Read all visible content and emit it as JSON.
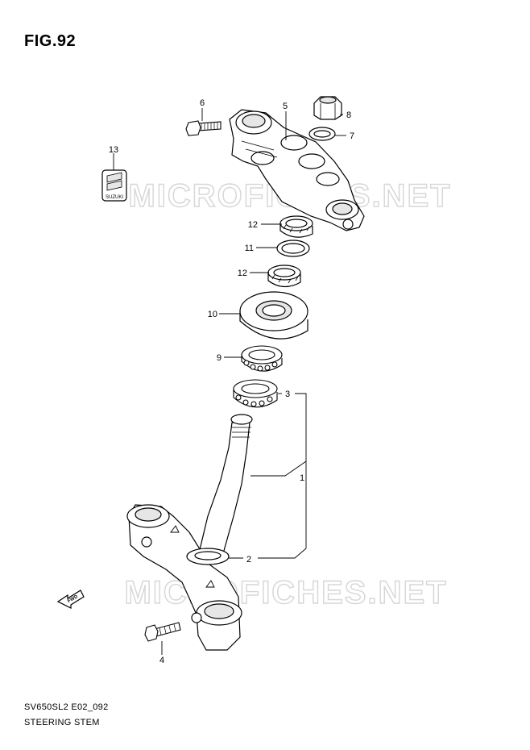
{
  "figure": {
    "title": "FIG.92",
    "code": "SV650SL2 E02_092",
    "name": "STEERING STEM"
  },
  "watermark": "MICROFICHES.NET",
  "fwd_label": "FWD",
  "logo_text": "SUZUKI",
  "callouts": [
    {
      "num": "1",
      "part": "steering-stem"
    },
    {
      "num": "2",
      "part": "dust-seal"
    },
    {
      "num": "3",
      "part": "lower-bearing"
    },
    {
      "num": "4",
      "part": "bolt"
    },
    {
      "num": "5",
      "part": "upper-bracket"
    },
    {
      "num": "6",
      "part": "bolt"
    },
    {
      "num": "7",
      "part": "washer"
    },
    {
      "num": "8",
      "part": "stem-head-nut"
    },
    {
      "num": "9",
      "part": "upper-bearing"
    },
    {
      "num": "10",
      "part": "dust-seal-cover"
    },
    {
      "num": "11",
      "part": "washer"
    },
    {
      "num": "12",
      "part": "stem-lock-nut"
    },
    {
      "num": "12",
      "part": "stem-nut"
    },
    {
      "num": "13",
      "part": "emblem"
    }
  ],
  "colors": {
    "line": "#000000",
    "watermark": "#d6d6d6",
    "shade": "#e6e6e6"
  }
}
